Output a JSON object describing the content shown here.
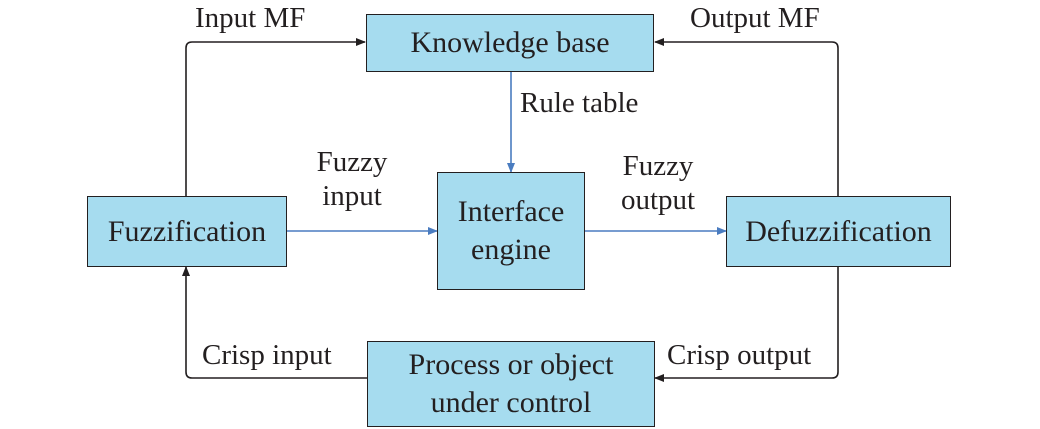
{
  "nodes": {
    "knowledge_base": "Knowledge base",
    "fuzzification": "Fuzzification",
    "interface_engine": [
      "Interface",
      "engine"
    ],
    "defuzzification": "Defuzzification",
    "process": [
      "Process or object",
      "under control"
    ]
  },
  "edges": {
    "input_mf": "Input MF",
    "output_mf": "Output MF",
    "rule_table": "Rule table",
    "fuzzy_input": [
      "Fuzzy",
      "input"
    ],
    "fuzzy_output": [
      "Fuzzy",
      "output"
    ],
    "crisp_input": "Crisp input",
    "crisp_output": "Crisp output"
  },
  "colors": {
    "box_fill": "#a6dcef",
    "outline": "#231f20",
    "blue_arrow": "#4a7cc0"
  }
}
